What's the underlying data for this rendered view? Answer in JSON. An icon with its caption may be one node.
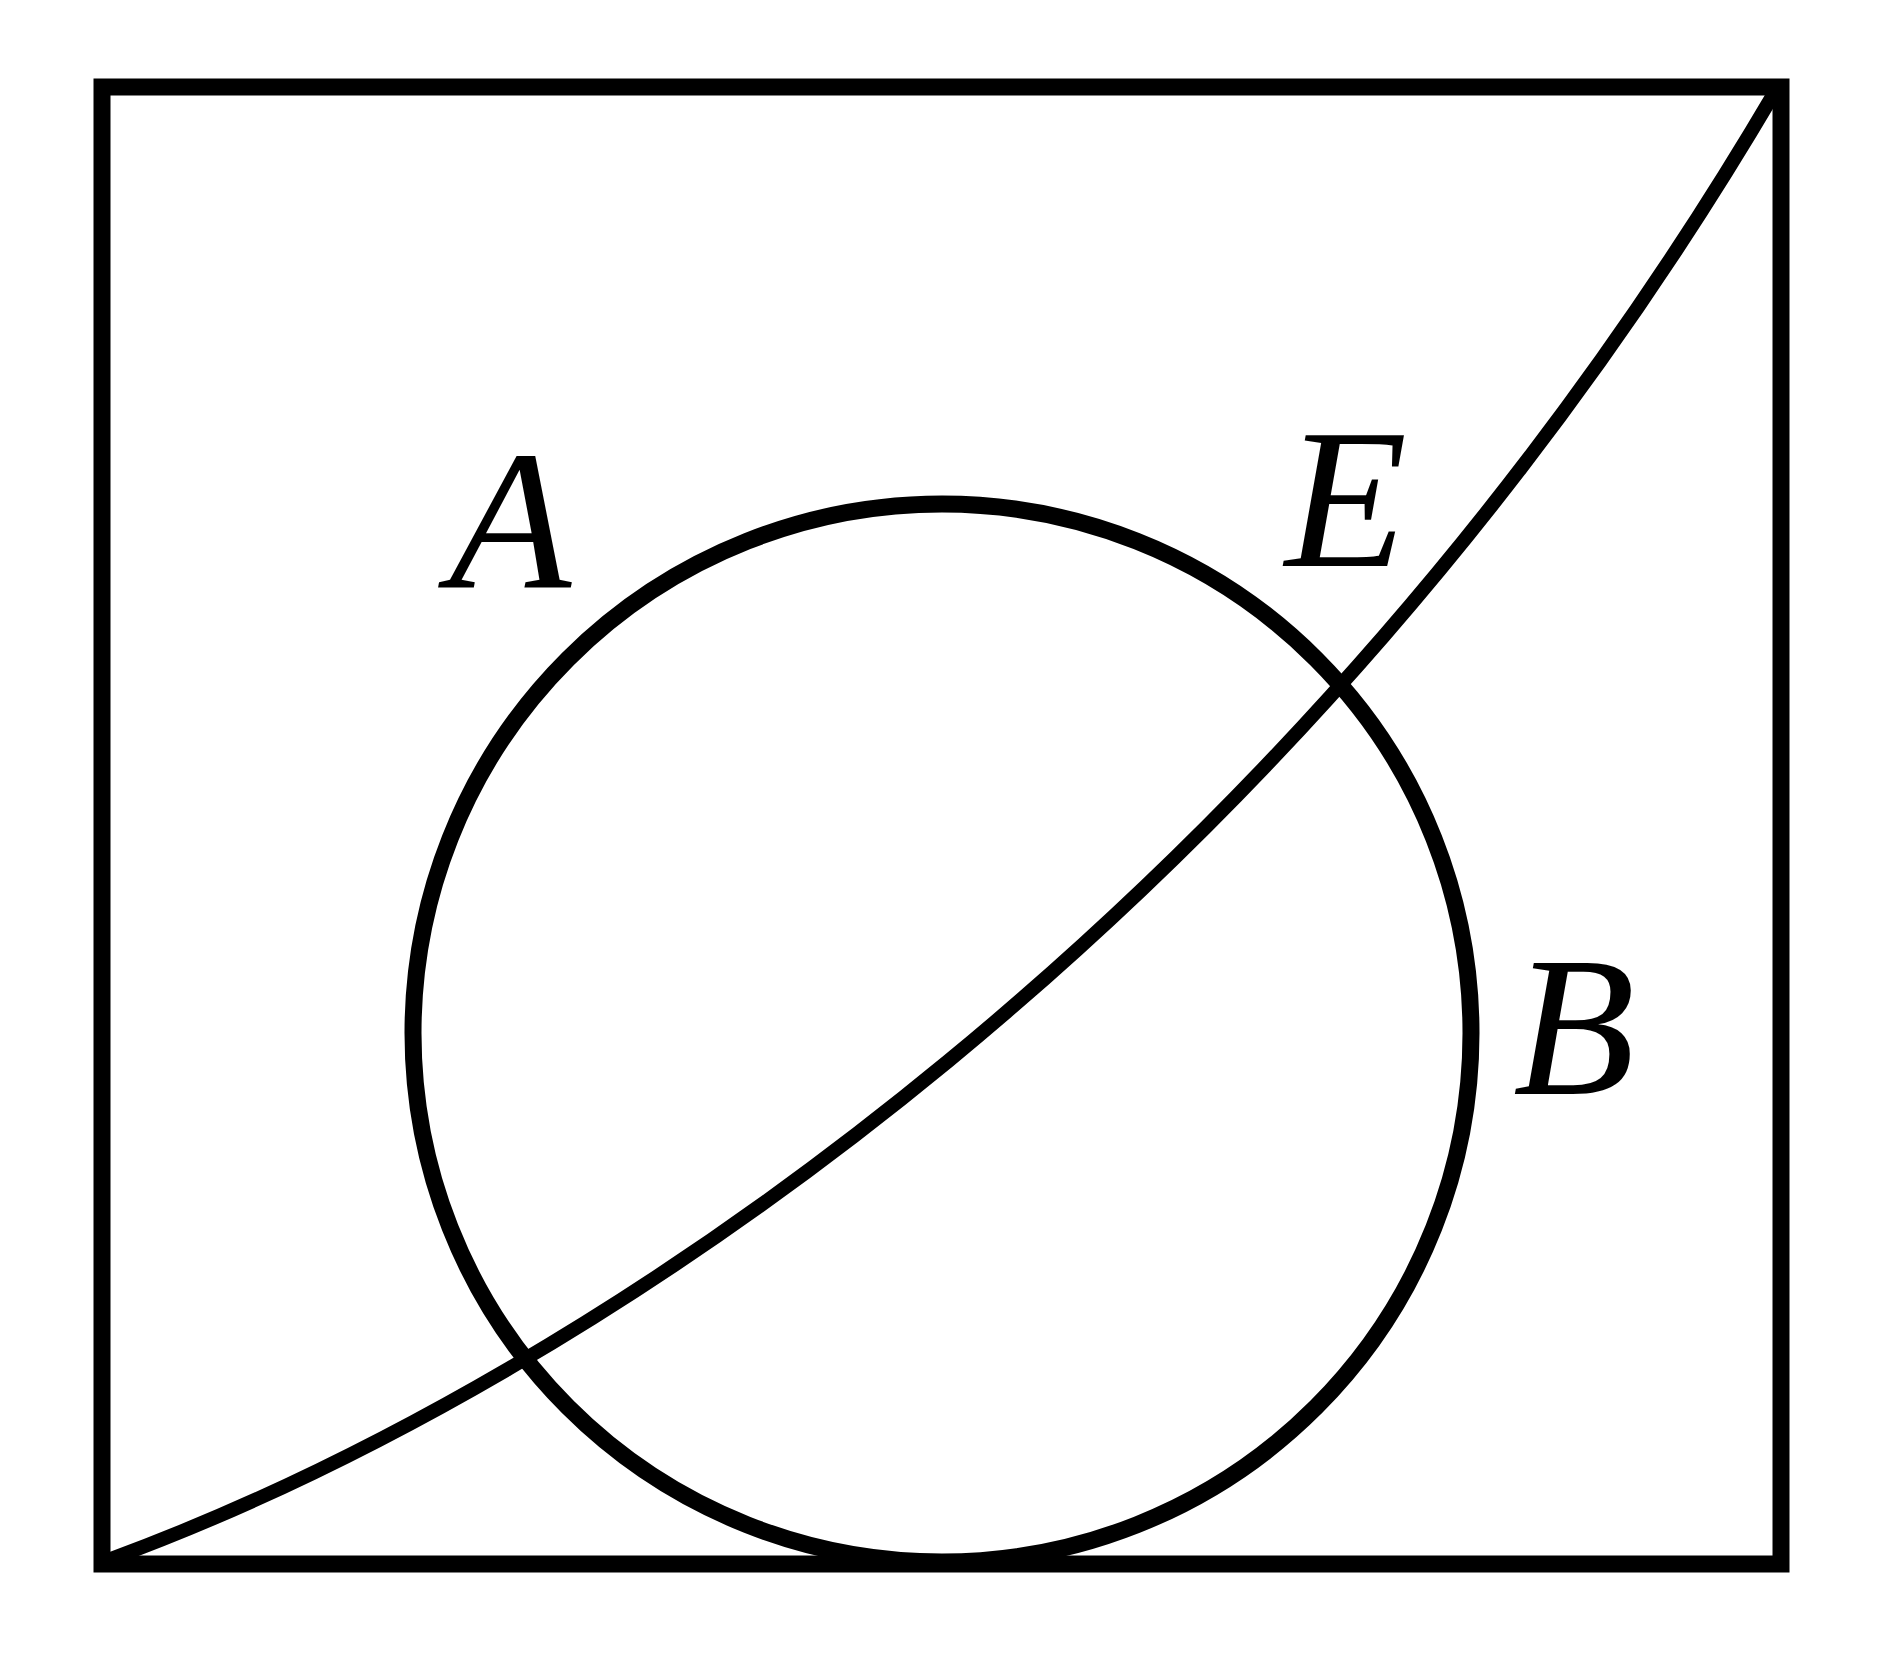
{
  "diagram": {
    "labels": [
      "A",
      "E",
      "B"
    ]
  }
}
